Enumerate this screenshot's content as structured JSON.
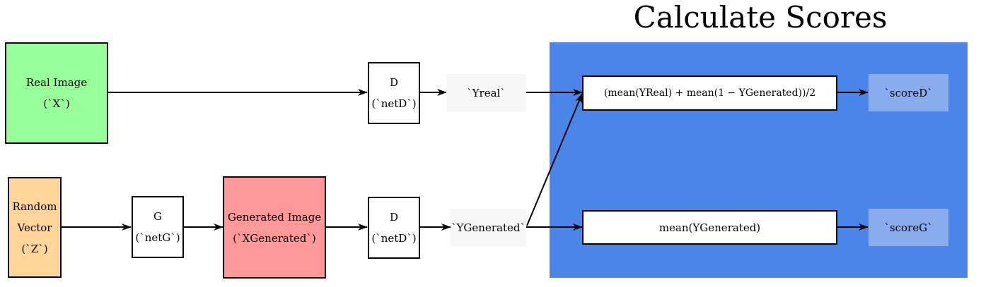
{
  "panel": {
    "title": "Calculate Scores"
  },
  "nodes": {
    "real_image": {
      "line1": "Real Image",
      "line2": "(`X`)"
    },
    "random_vector": {
      "line1": "Random",
      "line2": "Vector",
      "line3": "(`Z`)"
    },
    "generator": {
      "line1": "G",
      "line2": "(`netG`)"
    },
    "generated_image": {
      "line1": "Generated Image",
      "line2": "(`XGenerated`)"
    },
    "disc_top": {
      "line1": "D",
      "line2": "(`netD`)"
    },
    "disc_bottom": {
      "line1": "D",
      "line2": "(`netD`)"
    },
    "y_real": {
      "label": "`Yreal`"
    },
    "y_generated": {
      "label": "`YGenerated`"
    },
    "score_d_formula": {
      "label": "(mean(YReal) + mean(1 − YGenerated))/2"
    },
    "score_g_formula": {
      "label": "mean(YGenerated)"
    },
    "score_d": {
      "label": "`scoreD`"
    },
    "score_g": {
      "label": "`scoreG`"
    }
  },
  "colors": {
    "real_image": "#99ff99",
    "random_vector": "#ffd599",
    "generated_image": "#ff9999",
    "panel": "#4a86e8",
    "score_tag": "#8aacec",
    "value_tag": "#f7f7f7"
  }
}
